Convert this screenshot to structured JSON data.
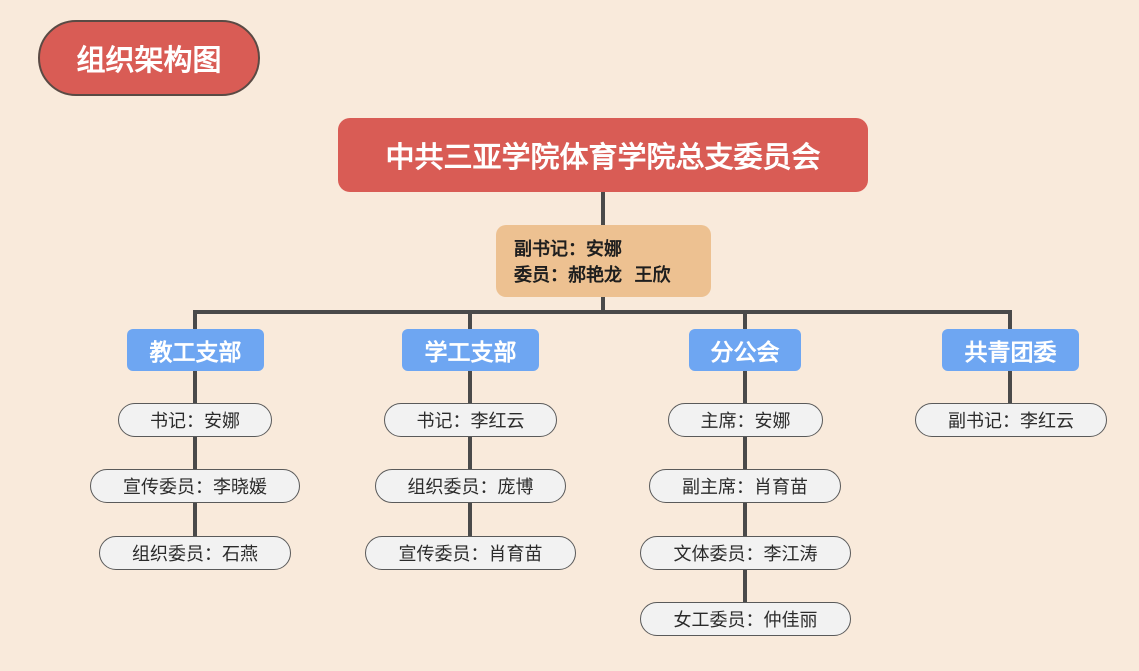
{
  "title": "组织架构图",
  "root": "中共三亚学院体育学院总支委员会",
  "leaders": {
    "line1": "副书记：安娜",
    "line2": "委员：郝艳龙  王欣"
  },
  "branches": [
    {
      "name": "教工支部",
      "members": [
        "书记：安娜",
        "宣传委员：李晓媛",
        "组织委员：石燕"
      ]
    },
    {
      "name": "学工支部",
      "members": [
        "书记：李红云",
        "组织委员：庞博",
        "宣传委员：肖育苗"
      ]
    },
    {
      "name": "分公会",
      "members": [
        "主席：安娜",
        "副主席：肖育苗",
        "文体委员：李江涛",
        "女工委员：仲佳丽"
      ]
    },
    {
      "name": "共青团委",
      "members": [
        "副书记：李红云"
      ]
    }
  ],
  "colors": {
    "background": "#f9eadb",
    "root": "#d95c55",
    "leaders": "#edc191",
    "branch": "#6ea6f2",
    "member": "#f2f2f2",
    "line": "#4a4a4a"
  }
}
